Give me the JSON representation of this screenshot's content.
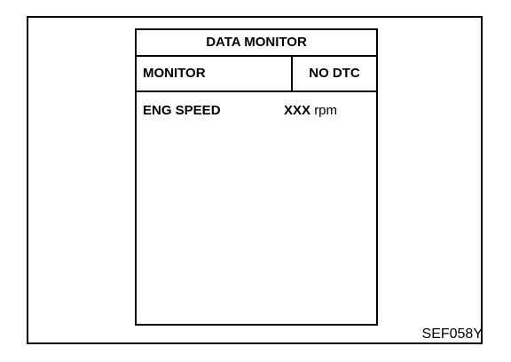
{
  "screen": {
    "title": "DATA MONITOR",
    "header": {
      "left_label": "MONITOR",
      "right_label": "NO DTC"
    },
    "rows": [
      {
        "item": "ENG SPEED",
        "value": "XXX",
        "unit": "rpm"
      }
    ]
  },
  "figure_code": "SEF058Y"
}
